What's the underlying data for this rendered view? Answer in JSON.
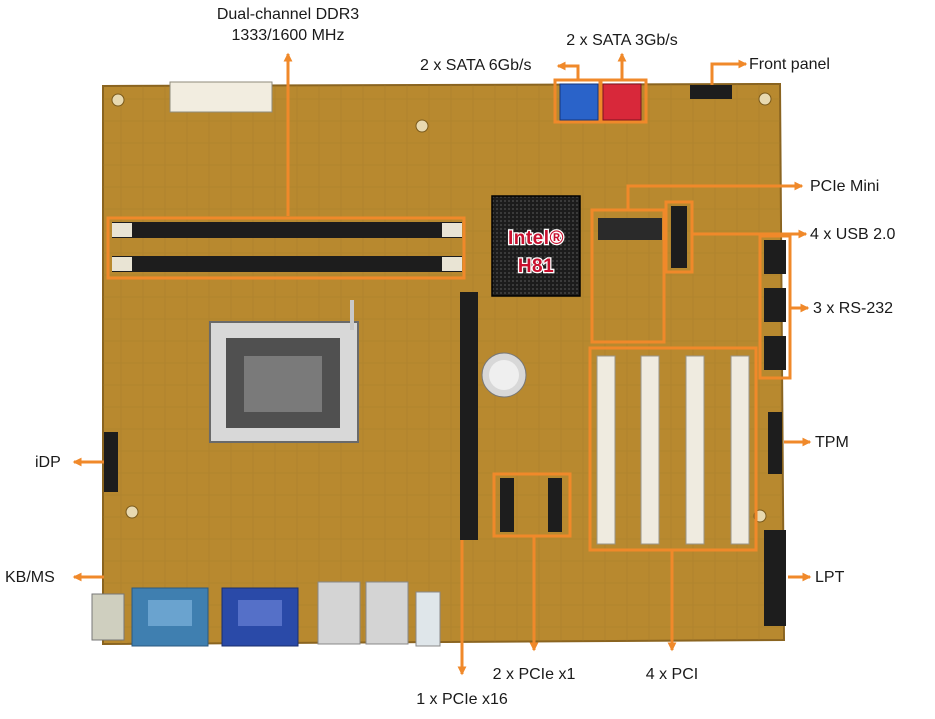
{
  "diagram": {
    "labels": {
      "ddr3_line1": "Dual-channel DDR3",
      "ddr3_line2": "1333/1600 MHz",
      "sata6": "2 x SATA 6Gb/s",
      "sata3": "2 x SATA 3Gb/s",
      "front_panel": "Front panel",
      "pcie_mini": "PCIe Mini",
      "usb20": "4 x USB 2.0",
      "rs232": "3 x RS-232",
      "tpm": "TPM",
      "lpt": "LPT",
      "idp": "iDP",
      "kbms": "KB/MS",
      "pcie_x1": "2 x PCIe x1",
      "pci": "4 x PCI",
      "pcie_x16": "1 x PCIe x16"
    },
    "chipset": {
      "line1": "Intel®",
      "line2": "H81"
    },
    "colors": {
      "accent": "#f0892a",
      "pcb": "#b8892f",
      "sata_blue": "#2a63c9",
      "sata_red": "#d8283a",
      "chipset_text": "#c8102e"
    }
  }
}
